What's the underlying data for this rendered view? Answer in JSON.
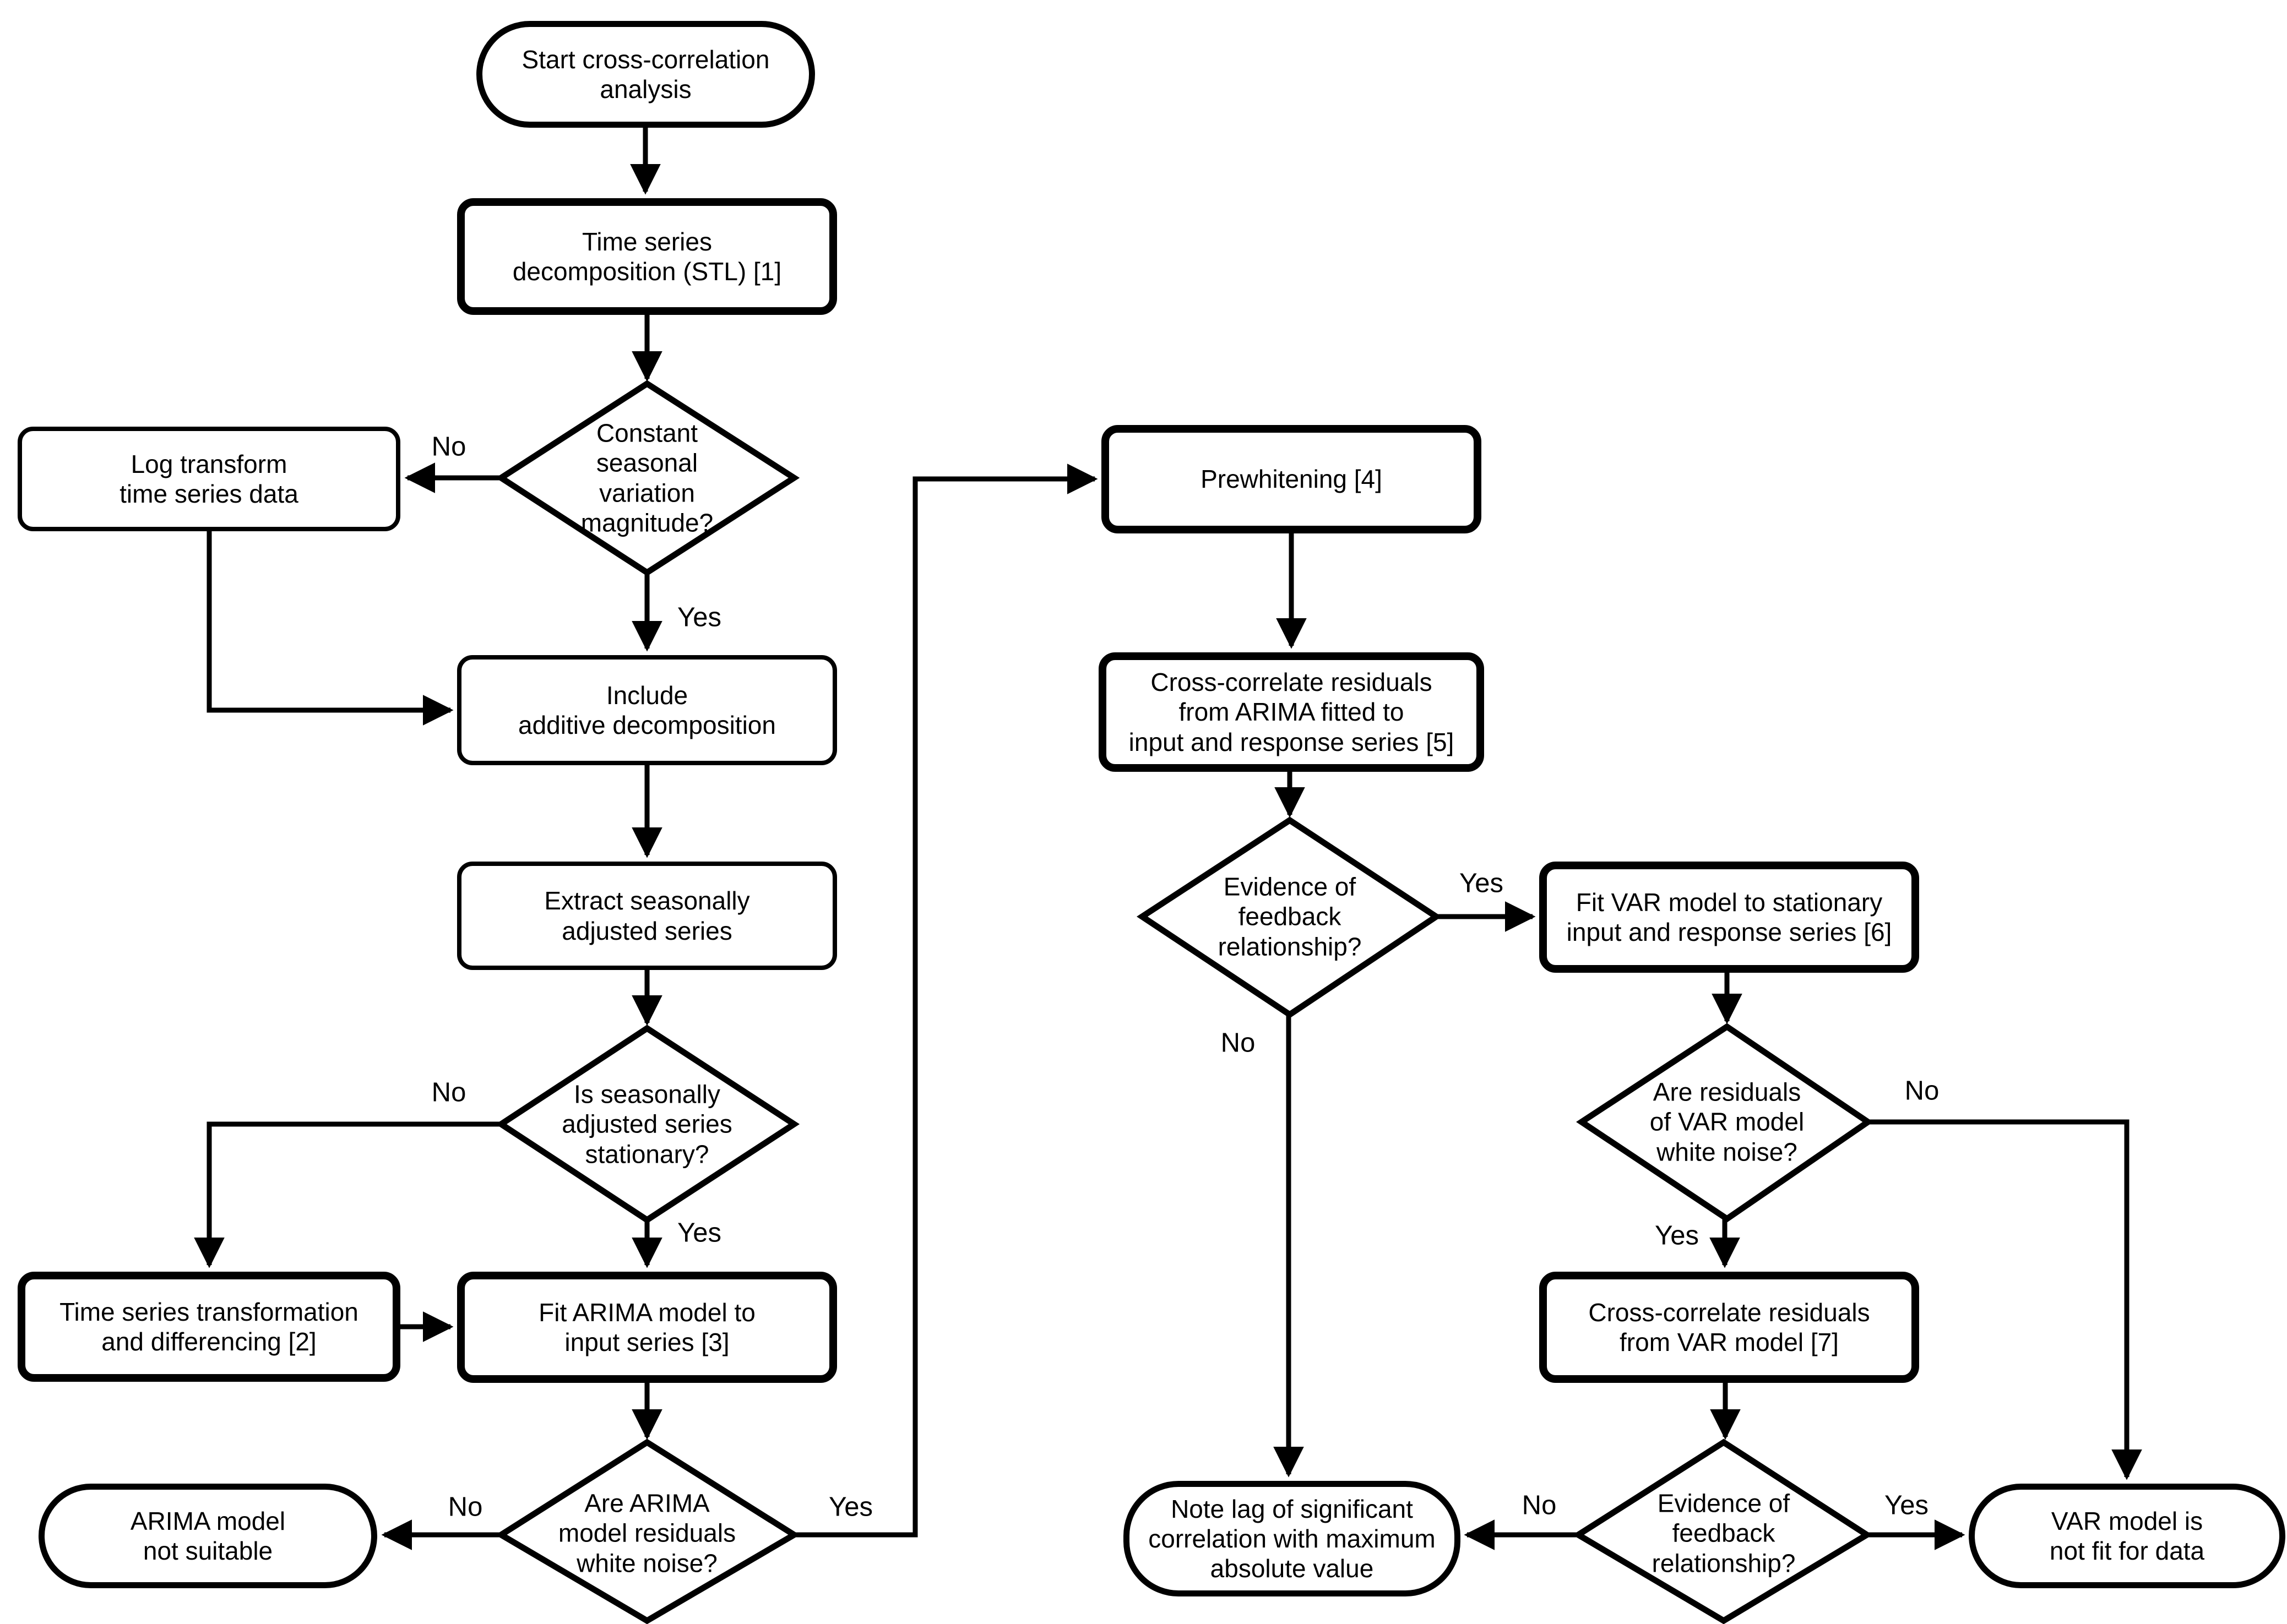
{
  "nodes": {
    "start": {
      "label": "Start cross-correlation\nanalysis"
    },
    "stl": {
      "label": "Time series\ndecomposition (STL) [1]"
    },
    "d_seasonal": {
      "label": "Constant\nseasonal\nvariation\nmagnitude?"
    },
    "log_transform": {
      "label": "Log transform\ntime series data"
    },
    "additive": {
      "label": "Include\nadditive decomposition"
    },
    "extract": {
      "label": "Extract seasonally\nadjusted series"
    },
    "d_stationary": {
      "label": "Is seasonally\nadjusted series\nstationary?"
    },
    "transform_diff": {
      "label": "Time series transformation\nand differencing [2]"
    },
    "fit_arima": {
      "label": "Fit ARIMA model to\ninput series [3]"
    },
    "d_arima_white_noise": {
      "label": "Are ARIMA\nmodel residuals\nwhite noise?"
    },
    "arima_not_suitable": {
      "label": "ARIMA model\nnot suitable"
    },
    "prewhitening": {
      "label": "Prewhitening [4]"
    },
    "ccr_arima": {
      "label": "Cross-correlate residuals\nfrom ARIMA fitted to\ninput and response series [5]"
    },
    "d_feedback_1": {
      "label": "Evidence of\nfeedback\nrelationship?"
    },
    "fit_var": {
      "label": "Fit VAR model to stationary\ninput and response series [6]"
    },
    "d_var_white_noise": {
      "label": "Are residuals\nof VAR model\nwhite noise?"
    },
    "ccr_var": {
      "label": "Cross-correlate residuals\nfrom VAR model [7]"
    },
    "d_feedback_2": {
      "label": "Evidence of\nfeedback\nrelationship?"
    },
    "note_lag": {
      "label": "Note lag of significant\ncorrelation with maximum\nabsolute value"
    },
    "var_not_fit": {
      "label": "VAR model is\nnot fit for data"
    }
  },
  "edge_labels": {
    "seasonal_no": "No",
    "seasonal_yes": "Yes",
    "stationary_no": "No",
    "stationary_yes": "Yes",
    "arima_wn_no": "No",
    "arima_wn_yes": "Yes",
    "feedback1_yes": "Yes",
    "feedback1_no": "No",
    "var_wn_no": "No",
    "var_wn_yes": "Yes",
    "feedback2_no": "No",
    "feedback2_yes": "Yes"
  },
  "colors": {
    "line": "#000000",
    "fill": "#ffffff",
    "text": "#000000"
  }
}
